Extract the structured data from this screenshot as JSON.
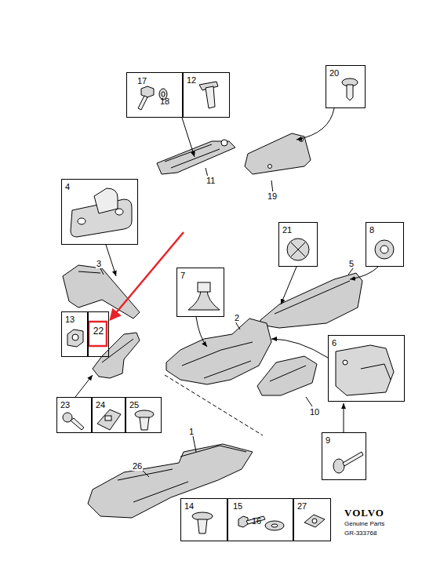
{
  "diagram": {
    "nodes": [
      {
        "text": [
          "17",
          "18"
        ]
      },
      {
        "text": [
          "12"
        ]
      },
      {
        "text": [
          "20"
        ]
      },
      {
        "text": [
          "4"
        ]
      },
      {
        "text": [
          "21"
        ]
      },
      {
        "text": [
          "8"
        ]
      },
      {
        "text": [
          "7"
        ]
      },
      {
        "text": [
          "13"
        ]
      },
      {
        "text": [
          "22"
        ]
      },
      {
        "text": [
          "6"
        ]
      },
      {
        "text": [
          "23"
        ]
      },
      {
        "text": [
          "24"
        ]
      },
      {
        "text": [
          "25"
        ]
      },
      {
        "text": [
          "9"
        ]
      },
      {
        "text": [
          "14"
        ]
      },
      {
        "text": [
          "15",
          "16"
        ]
      },
      {
        "text": [
          "27"
        ]
      }
    ],
    "labels": [
      "11",
      "19",
      "3",
      "5",
      "2",
      "10",
      "1",
      "26",
      "VOLVO",
      "Genuine Parts",
      "GR-333768"
    ]
  }
}
